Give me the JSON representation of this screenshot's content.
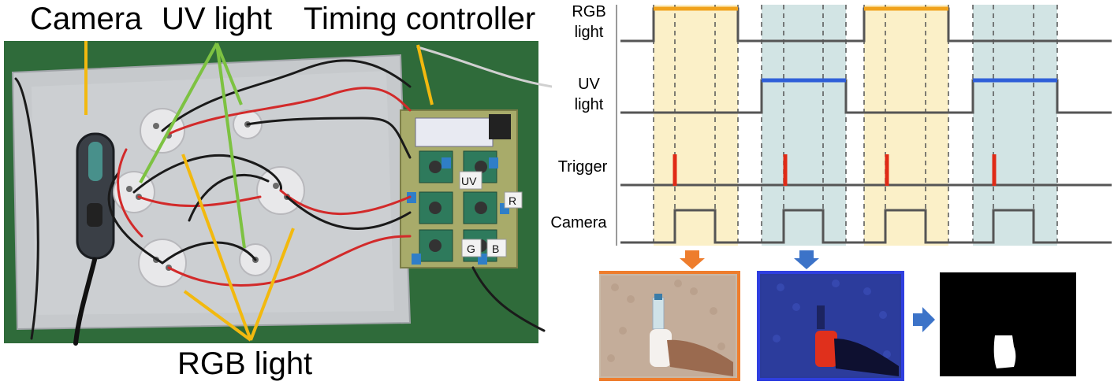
{
  "photo_labels": {
    "camera": "Camera",
    "uv_light": "UV light",
    "timing_controller": "Timing controller",
    "rgb_light": "RGB light"
  },
  "board_labels": {
    "uv": "UV",
    "r": "R",
    "g": "G",
    "b": "B"
  },
  "timing": {
    "rows": [
      {
        "line1": "RGB",
        "line2": "light"
      },
      {
        "line1": "UV",
        "line2": "light"
      },
      {
        "line1": "Trigger",
        "line2": ""
      },
      {
        "line1": "Camera",
        "line2": ""
      }
    ],
    "colors": {
      "rgb_phase": "#fbf0c8",
      "uv_phase": "#d2e4e4",
      "rgb_on": "#f0a21c",
      "uv_on": "#2f5fd8",
      "trigger": "#e02a16",
      "signal": "#555555",
      "arrow_rgb": "#ee7d2d",
      "arrow_uv": "#3c73c8"
    }
  },
  "captures": [
    {
      "name": "rgb-capture",
      "border": "#ee7d2d"
    },
    {
      "name": "uv-capture",
      "border": "#2f3fe0"
    },
    {
      "name": "segmentation-mask",
      "border": "none"
    }
  ]
}
